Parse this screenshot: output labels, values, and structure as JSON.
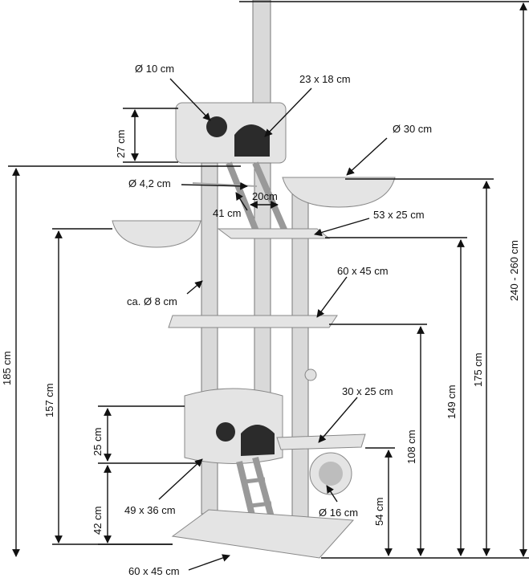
{
  "labels": {
    "hole_top_diameter": "Ø 10 cm",
    "top_house_size": "23 x 18 cm",
    "top_house_height": "27 cm",
    "bowl_right_diameter": "Ø 30 cm",
    "rope_diameter": "Ø 4,2 cm",
    "ladder_width": "20cm",
    "ladder_length": "41 cm",
    "upper_platform_size": "53 x 25 cm",
    "middle_platform_size": "60 x 45 cm",
    "post_diameter": "ca. Ø 8 cm",
    "small_platform_size": "30 x 25 cm",
    "lower_house_height": "25 cm",
    "lower_house_elevation": "42 cm",
    "lower_house_size": "49 x 36 cm",
    "tunnel_diameter": "Ø 16 cm",
    "base_size": "60 x 45 cm",
    "height_185": "185 cm",
    "height_157": "157 cm",
    "height_54": "54 cm",
    "height_108": "108 cm",
    "height_149": "149 cm",
    "height_175": "175 cm",
    "height_total": "240 - 260 cm"
  }
}
